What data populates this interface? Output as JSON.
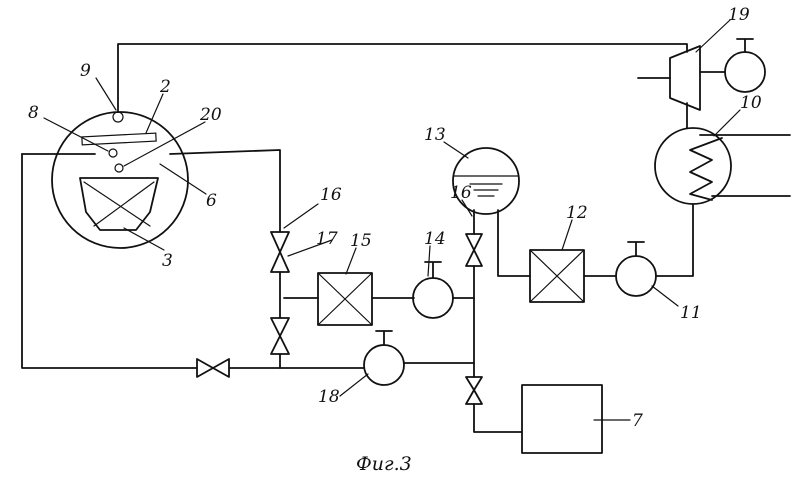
{
  "figure": {
    "caption": "Фиг.3",
    "labels": {
      "l9": "9",
      "l2": "2",
      "l8": "8",
      "l20": "20",
      "l6": "6",
      "l3": "3",
      "l16a": "16",
      "l17": "17",
      "l15": "15",
      "l14": "14",
      "l13": "13",
      "l16b": "16",
      "l12": "12",
      "l11": "11",
      "l10": "10",
      "l19": "19",
      "l18": "18",
      "l7": "7"
    }
  }
}
